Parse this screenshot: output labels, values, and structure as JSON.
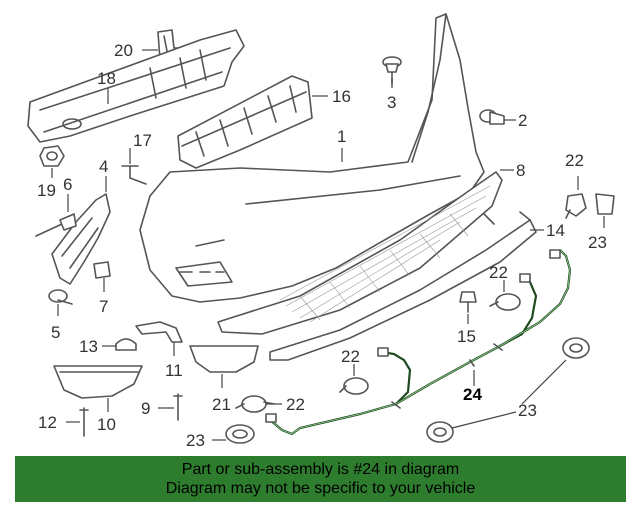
{
  "callouts": {
    "c1": "1",
    "c2": "2",
    "c3": "3",
    "c4": "4",
    "c5": "5",
    "c6": "6",
    "c7": "7",
    "c8": "8",
    "c9": "9",
    "c10": "10",
    "c11": "11",
    "c12": "12",
    "c13": "13",
    "c14": "14",
    "c16": "16",
    "c17": "17",
    "c18": "18",
    "c19": "19",
    "c20": "20",
    "c21": "21",
    "c22a": "22",
    "c22b": "22",
    "c22c": "22",
    "c22d": "22",
    "c23a": "23",
    "c23b": "23",
    "c23c": "23",
    "c24": "24"
  },
  "banner": {
    "line1": "Part or sub-assembly is #24 in diagram",
    "line2": "Diagram may not be specific to your vehicle"
  },
  "colors": {
    "banner_bg": "#2e7d2e",
    "harness": "#1f4a1f"
  }
}
